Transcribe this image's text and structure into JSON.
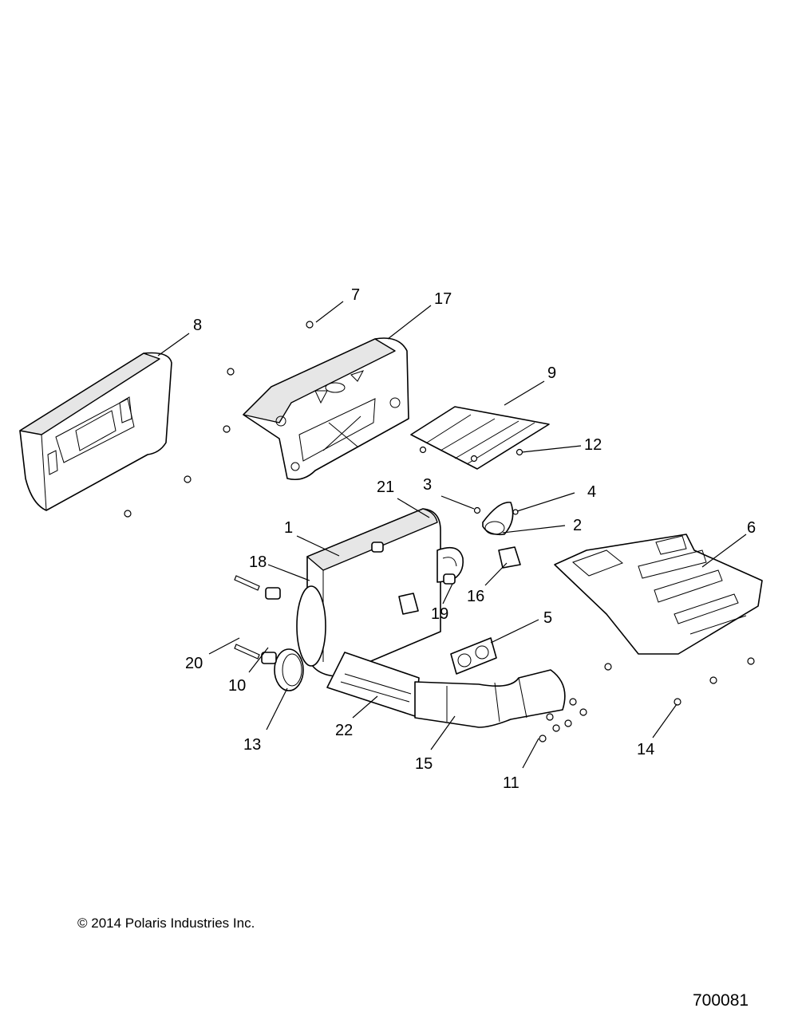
{
  "diagram": {
    "callouts": [
      "1",
      "2",
      "3",
      "4",
      "5",
      "6",
      "7",
      "8",
      "9",
      "10",
      "11",
      "12",
      "13",
      "14",
      "15",
      "16",
      "17",
      "18",
      "19",
      "20",
      "21",
      "22"
    ]
  },
  "footer": {
    "copyright": "© 2014 Polaris Industries Inc.",
    "drawing_number": "700081"
  }
}
